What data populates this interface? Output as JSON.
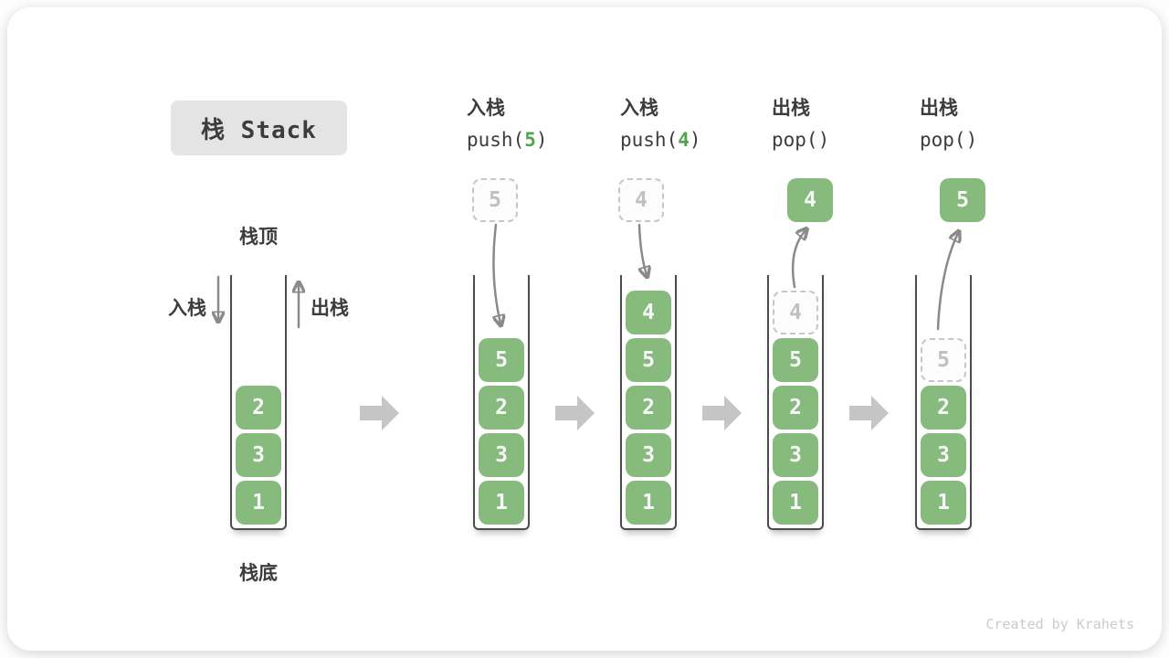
{
  "title": "栈 Stack",
  "watermark": "Created by Krahets",
  "annotations": {
    "stack_top": "栈顶",
    "stack_bottom": "栈底",
    "push_label": "入栈",
    "pop_label": "出栈"
  },
  "operations": [
    {
      "action": "入栈",
      "code_before": "push(",
      "arg": "5",
      "code_after": ")"
    },
    {
      "action": "入栈",
      "code_before": "push(",
      "arg": "4",
      "code_after": ")"
    },
    {
      "action": "出栈",
      "code_before": "pop()",
      "arg": "",
      "code_after": ""
    },
    {
      "action": "出栈",
      "code_before": "pop()",
      "arg": "",
      "code_after": ""
    }
  ],
  "floating_boxes": [
    {
      "value": "5",
      "variant": "dashed"
    },
    {
      "value": "4",
      "variant": "dashed"
    },
    {
      "value": "4",
      "variant": "solid"
    },
    {
      "value": "5",
      "variant": "solid"
    }
  ],
  "stacks": [
    {
      "blocks": [
        {
          "value": "2"
        },
        {
          "value": "3"
        },
        {
          "value": "1"
        }
      ]
    },
    {
      "blocks": [
        {
          "value": "5"
        },
        {
          "value": "2"
        },
        {
          "value": "3"
        },
        {
          "value": "1"
        }
      ]
    },
    {
      "blocks": [
        {
          "value": "4"
        },
        {
          "value": "5"
        },
        {
          "value": "2"
        },
        {
          "value": "3"
        },
        {
          "value": "1"
        }
      ]
    },
    {
      "blocks": [
        {
          "value": "4",
          "variant": "dashed"
        },
        {
          "value": "5"
        },
        {
          "value": "2"
        },
        {
          "value": "3"
        },
        {
          "value": "1"
        }
      ]
    },
    {
      "blocks": [
        {
          "value": "5",
          "variant": "dashed"
        },
        {
          "value": "2"
        },
        {
          "value": "3"
        },
        {
          "value": "1"
        }
      ]
    }
  ],
  "colors": {
    "block_green": "#87bb7e",
    "arg_green": "#52a352",
    "flow_arrow_gray": "#c5c5c5",
    "curve_arrow_gray": "#8a8a8a",
    "title_bg": "#e4e4e4",
    "text_dark": "#3c3c3c"
  }
}
